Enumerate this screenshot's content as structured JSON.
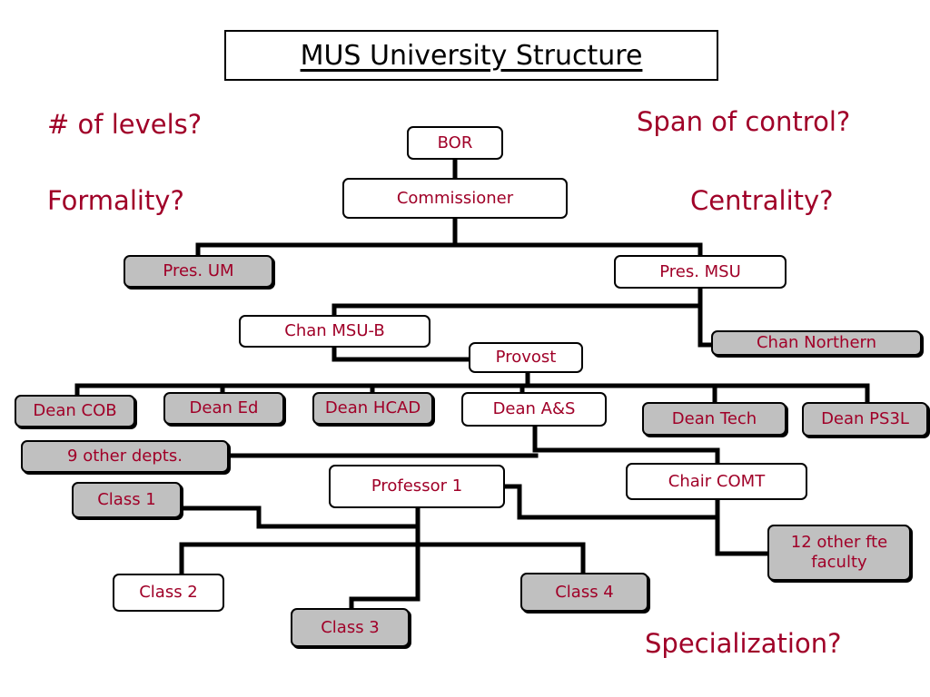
{
  "title": "MUS University Structure",
  "questions": {
    "levels": "# of levels?",
    "span": "Span of control?",
    "formality": "Formality?",
    "centrality": "Centrality?",
    "specialization": "Specialization?"
  },
  "nodes": {
    "bor": "BOR",
    "commissioner": "Commissioner",
    "pres_um": "Pres. UM",
    "pres_msu": "Pres. MSU",
    "chan_msu_b": "Chan MSU-B",
    "chan_northern": "Chan Northern",
    "provost": "Provost",
    "dean_cob": "Dean COB",
    "dean_ed": "Dean Ed",
    "dean_hcad": "Dean HCAD",
    "dean_as": "Dean A&S",
    "dean_tech": "Dean Tech",
    "dean_ps3l": "Dean PS3L",
    "other_depts": "9 other depts.",
    "professor_1": "Professor 1",
    "chair_comt": "Chair COMT",
    "class_1": "Class 1",
    "class_2": "Class 2",
    "class_3": "Class 3",
    "class_4": "Class 4",
    "other_faculty": "12 other fte faculty"
  }
}
